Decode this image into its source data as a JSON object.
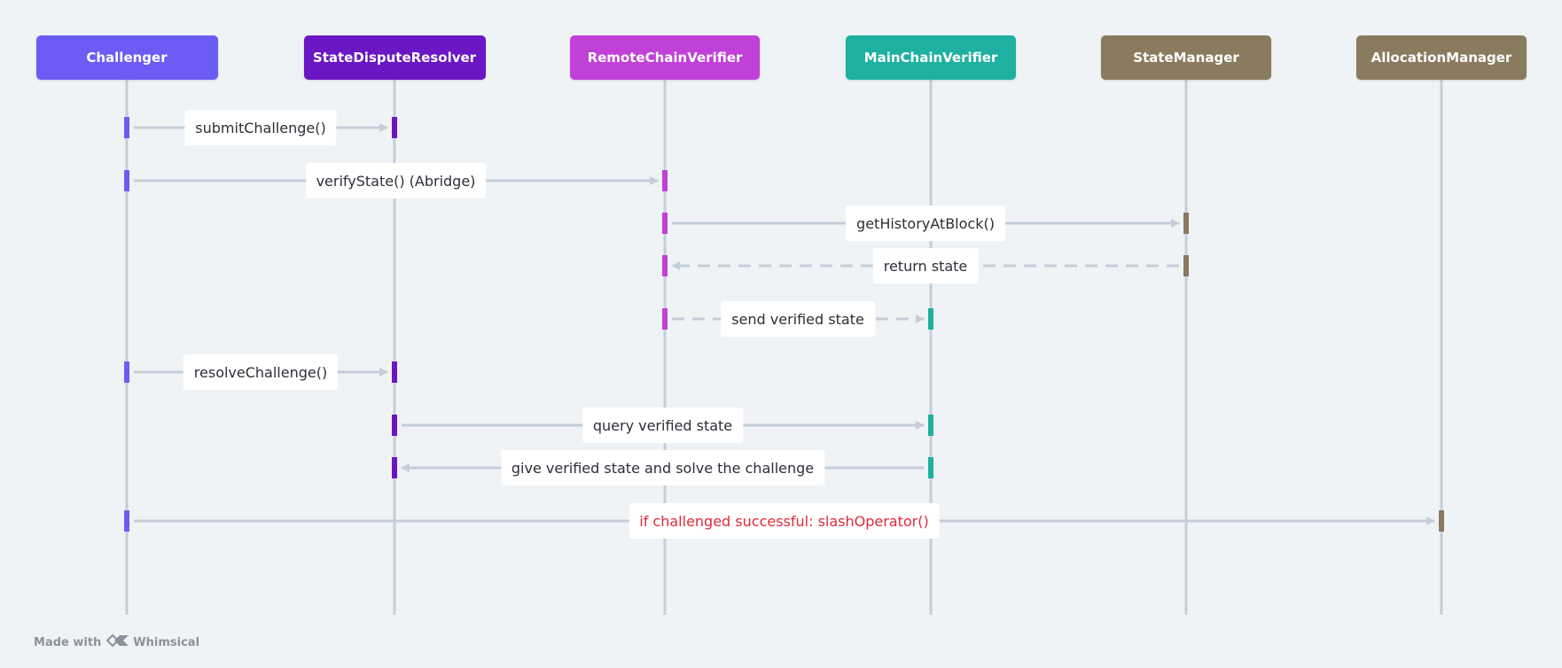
{
  "colors": {
    "background": "#f0f3f6",
    "lifeline": "#c5ced8",
    "arrow": "#c5ced8",
    "label_bg": "#ffffff",
    "label_text": "#2b2f36",
    "highlight_text": "#e0283c"
  },
  "actors": [
    {
      "id": "challenger",
      "name": "Challenger",
      "color": "#6b5cf6"
    },
    {
      "id": "sdr",
      "name": "StateDisputeResolver",
      "color": "#6b16c4"
    },
    {
      "id": "rcv",
      "name": "RemoteChainVerifier",
      "color": "#c040d8"
    },
    {
      "id": "mcv",
      "name": "MainChainVerifier",
      "color": "#1eb0a0"
    },
    {
      "id": "sm",
      "name": "StateManager",
      "color": "#8a7a5e"
    },
    {
      "id": "am",
      "name": "AllocationManager",
      "color": "#8a7a5e"
    }
  ],
  "messages": [
    {
      "from": 0,
      "to": 1,
      "label": "submitChallenge()",
      "style": "solid"
    },
    {
      "from": 0,
      "to": 2,
      "label": "verifyState() (Abridge)",
      "style": "solid"
    },
    {
      "from": 2,
      "to": 4,
      "label": "getHistoryAtBlock()",
      "style": "solid"
    },
    {
      "from": 4,
      "to": 2,
      "label": "return state",
      "style": "dashed"
    },
    {
      "from": 2,
      "to": 3,
      "label": "send verified state",
      "style": "dashed"
    },
    {
      "from": 0,
      "to": 1,
      "label": "resolveChallenge()",
      "style": "solid"
    },
    {
      "from": 1,
      "to": 3,
      "label": "query verified state",
      "style": "solid"
    },
    {
      "from": 3,
      "to": 1,
      "label": "give verified state and solve the challenge",
      "style": "solid"
    },
    {
      "from": 0,
      "to": 5,
      "label": "if challenged successful: slashOperator()",
      "style": "solid",
      "highlight": true
    }
  ],
  "footer": {
    "made_with": "Made with",
    "brand": "Whimsical",
    "logo_icon": "whimsical-logo-icon"
  }
}
